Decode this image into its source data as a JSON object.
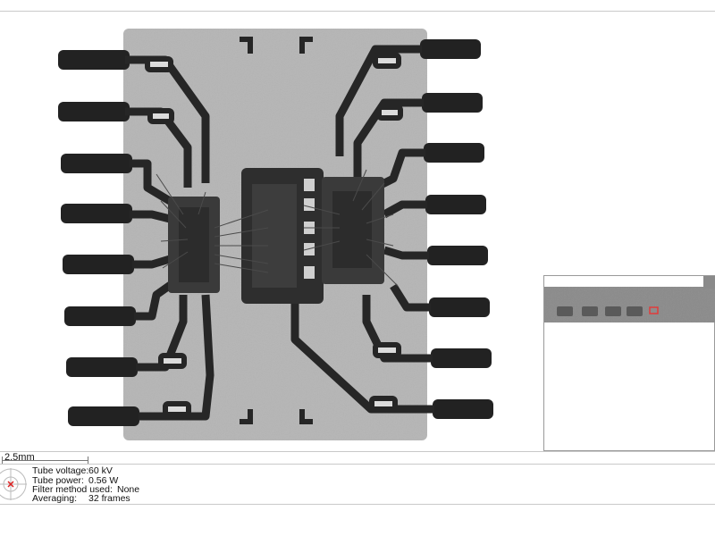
{
  "scale": {
    "label": "2.5mm"
  },
  "info": {
    "tube_voltage_label": "Tube voltage:",
    "tube_voltage_value": "60 kV",
    "tube_power_label": "Tube power:",
    "tube_power_value": "0.56 W",
    "filter_label": "Filter method used:",
    "filter_value": "None",
    "averaging_label": "Averaging:",
    "averaging_value": "32 frames"
  },
  "colors": {
    "background": "#ffffff",
    "package_body": "#b5b5b5",
    "metal": "#262626",
    "die": "#3a3a3a",
    "navigator_marker": "#e23b3b"
  },
  "icons": {
    "tube": "xray-tube-crosshair-icon"
  }
}
